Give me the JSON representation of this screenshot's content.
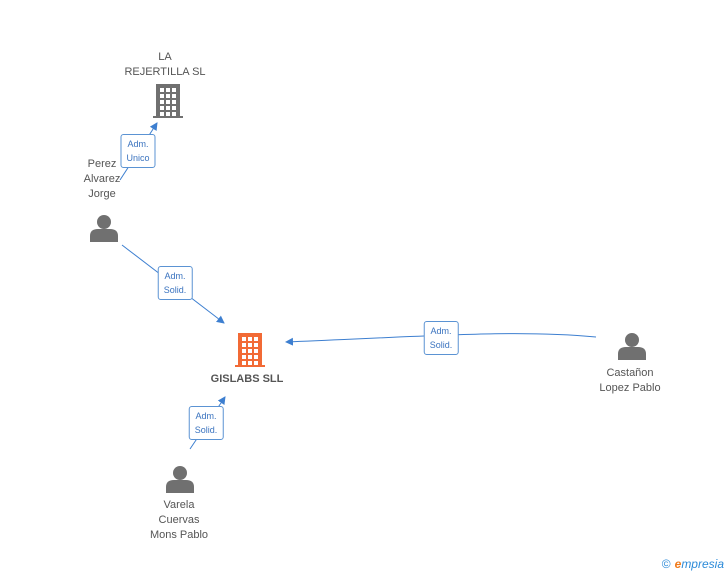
{
  "nodes": [
    {
      "id": "la_rejertilla",
      "type": "company",
      "label": "LA\nREJERTILLA  SL",
      "main": false
    },
    {
      "id": "perez",
      "type": "person",
      "label": "Perez\nAlvarez\nJorge"
    },
    {
      "id": "gislabs",
      "type": "company",
      "label": "GISLABS SLL",
      "main": true
    },
    {
      "id": "castanon",
      "type": "person",
      "label": "Castañon\nLopez Pablo"
    },
    {
      "id": "varela",
      "type": "person",
      "label": "Varela\nCuervas\nMons Pablo"
    }
  ],
  "edges": [
    {
      "from": "perez",
      "to": "la_rejertilla",
      "label": "Adm.\nUnico"
    },
    {
      "from": "perez",
      "to": "gislabs",
      "label": "Adm.\nSolid."
    },
    {
      "from": "castanon",
      "to": "gislabs",
      "label": "Adm.\nSolid."
    },
    {
      "from": "varela",
      "to": "gislabs",
      "label": "Adm.\nSolid."
    }
  ],
  "colors": {
    "edge": "#3d7fd0",
    "company": "#707070",
    "main_company": "#f26a35",
    "person": "#707070"
  },
  "brand": {
    "copyright": "©",
    "initial": "e",
    "name": "mpresia"
  }
}
